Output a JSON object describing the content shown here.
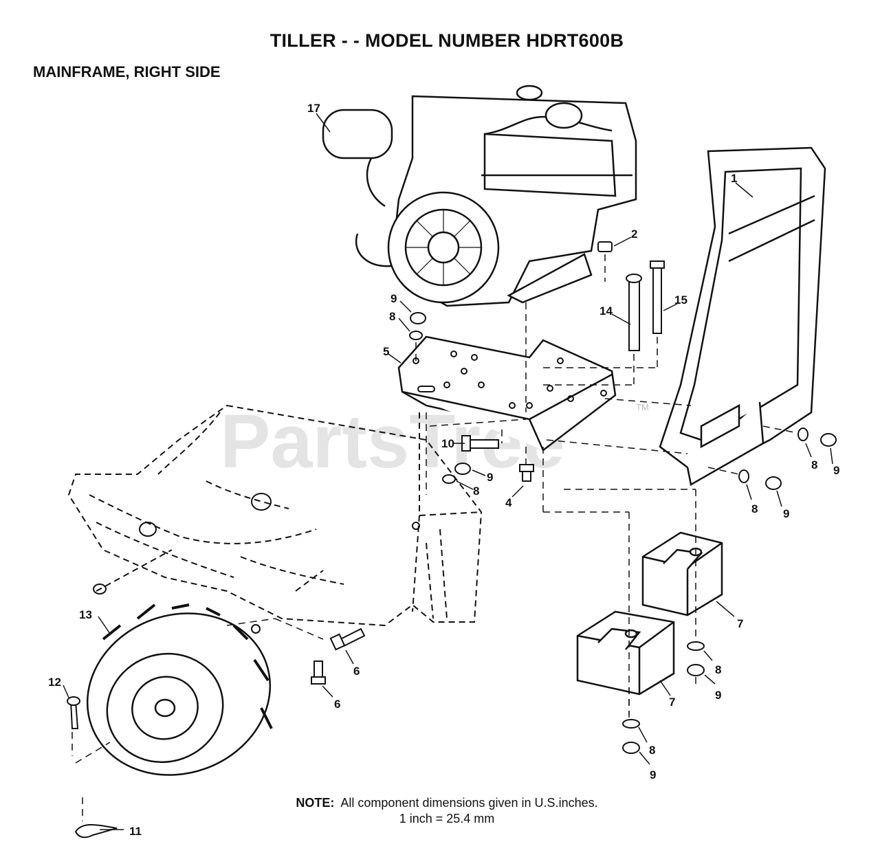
{
  "title": "TILLER - - MODEL NUMBER HDRT600B",
  "subtitle": "MAINFRAME, RIGHT SIDE",
  "watermark": "PartsTree",
  "trademark": "TM",
  "note": {
    "label": "NOTE:",
    "line1": "All component dimensions given in U.S.inches.",
    "line2": "1 inch = 25.4 mm"
  },
  "callouts": {
    "c1": "1",
    "c2": "2",
    "c4": "4",
    "c5": "5",
    "c6a": "6",
    "c6b": "6",
    "c7a": "7",
    "c7b": "7",
    "c8a": "8",
    "c8b": "8",
    "c8c": "8",
    "c8d": "8",
    "c8e": "8",
    "c8f": "8",
    "c9a": "9",
    "c9b": "9",
    "c9c": "9",
    "c9d": "9",
    "c9e": "9",
    "c9f": "9",
    "c10": "10",
    "c11": "11",
    "c12": "12",
    "c13": "13",
    "c14": "14",
    "c15": "15",
    "c17": "17"
  }
}
